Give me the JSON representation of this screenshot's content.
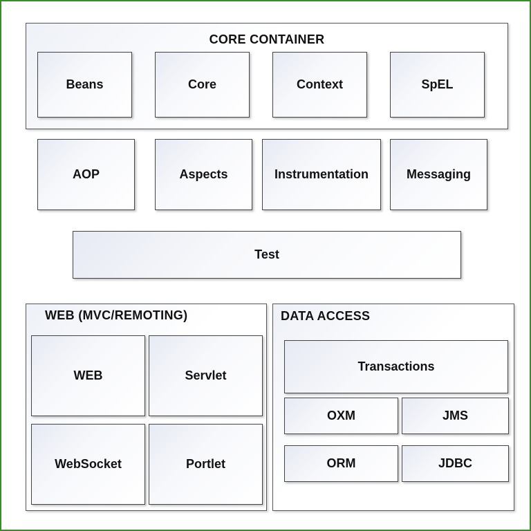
{
  "core_container": {
    "title": "CORE CONTAINER",
    "modules": [
      "Beans",
      "Core",
      "Context",
      "SpEL"
    ]
  },
  "middle_row": [
    "AOP",
    "Aspects",
    "Instrumentation",
    "Messaging"
  ],
  "test": "Test",
  "web": {
    "title": "WEB (MVC/REMOTING)",
    "modules": [
      "WEB",
      "Servlet",
      "WebSocket",
      "Portlet"
    ]
  },
  "data_access": {
    "title": "DATA ACCESS",
    "modules": [
      "Transactions",
      "OXM",
      "JMS",
      "ORM",
      "JDBC"
    ]
  },
  "colors": {
    "frame_border": "#3c8a2e",
    "box_border": "#444444",
    "text": "#111111"
  }
}
